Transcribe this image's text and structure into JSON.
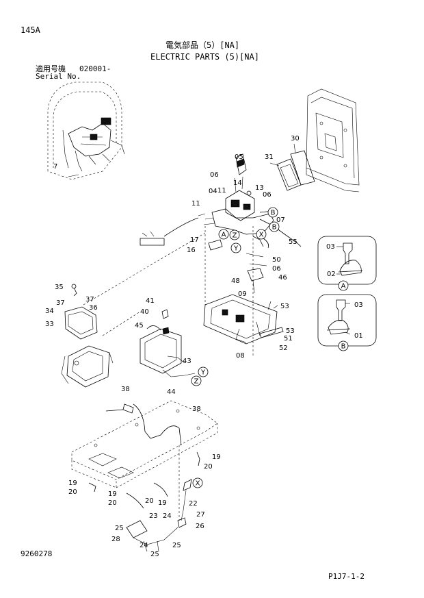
{
  "header": {
    "page_code": "145A",
    "title_jp": "電気部品（5）[NA]",
    "title_en": "ELECTRIC PARTS (5)[NA]",
    "serial_jp": "適用号機",
    "serial_range": "020001-",
    "serial_en": "Serial No."
  },
  "footer": {
    "drawing_number": "9260278",
    "page_ref": "P1J7-1-2"
  },
  "detail_views": [
    {
      "id": "A",
      "parts": [
        "03",
        "02"
      ]
    },
    {
      "id": "B",
      "parts": [
        "03",
        "01"
      ]
    }
  ],
  "part_labels": [
    "01",
    "02",
    "03",
    "04",
    "05",
    "06",
    "07",
    "08",
    "09",
    "11",
    "13",
    "14",
    "16",
    "17",
    "19",
    "20",
    "22",
    "23",
    "24",
    "25",
    "26",
    "27",
    "28",
    "30",
    "31",
    "33",
    "34",
    "35",
    "36",
    "37",
    "38",
    "40",
    "41",
    "43",
    "44",
    "45",
    "46",
    "48",
    "50",
    "51",
    "52",
    "53",
    "55"
  ],
  "connector_markers": [
    "A",
    "B",
    "X",
    "Y",
    "Z"
  ]
}
